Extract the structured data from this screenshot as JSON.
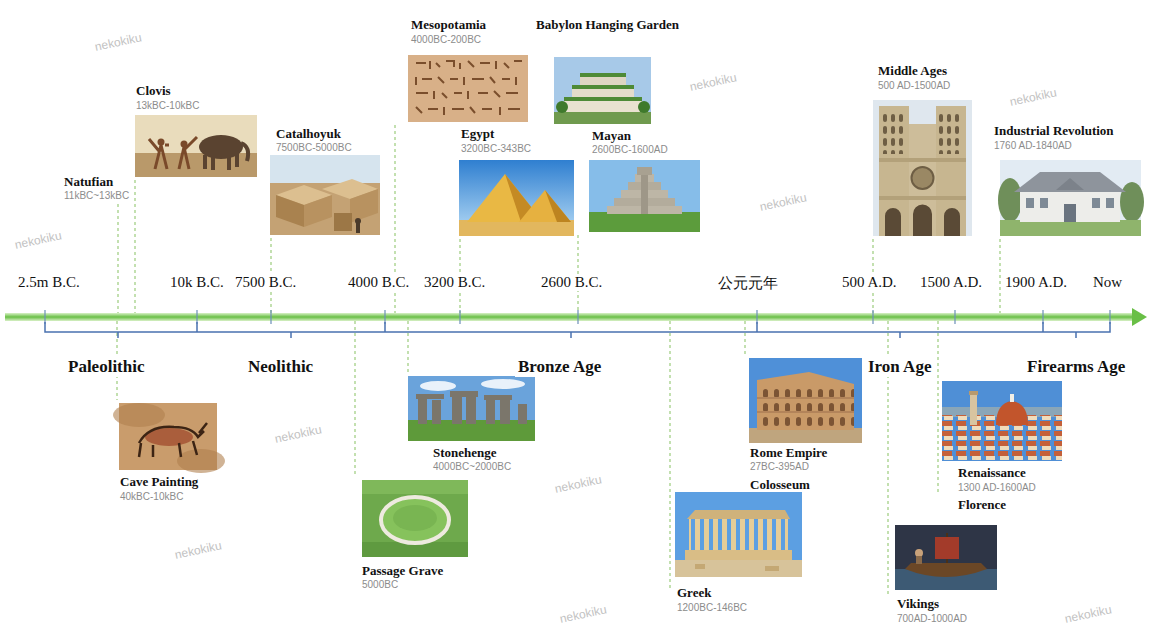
{
  "diagram": {
    "nodes": [
      {
        "text": [
          "Clovis",
          "13kBC-10kBC"
        ]
      },
      {
        "text": [
          "Catalhoyuk",
          "7500BC-5000BC"
        ]
      },
      {
        "text": [
          "Mesopotamia",
          "4000BC-200BC"
        ]
      },
      {
        "text": [
          "Babylon Hanging Garden"
        ]
      },
      {
        "text": [
          "Egypt",
          "3200BC-343BC"
        ]
      },
      {
        "text": [
          "Mayan",
          "2600BC-1600AD"
        ]
      },
      {
        "text": [
          "Middle Ages",
          "500 AD-1500AD"
        ]
      },
      {
        "text": [
          "Industrial Revolution",
          "1760 AD-1840AD"
        ]
      },
      {
        "text": [
          "Cave Painting",
          "40kBC-10kBC"
        ]
      },
      {
        "text": [
          "Passage Grave",
          "5000BC"
        ]
      },
      {
        "text": [
          "Stonehenge",
          "4000BC~2000BC"
        ]
      },
      {
        "text": [
          "Greek",
          "1200BC-146BC"
        ]
      },
      {
        "text": [
          "Rome Empire",
          "27BC-395AD",
          "Colosseum"
        ]
      },
      {
        "text": [
          "Vikings",
          "700AD-1000AD"
        ]
      },
      {
        "text": [
          "Renaissance",
          "1300 AD-1600AD",
          "Florence"
        ]
      }
    ],
    "labels": [
      "Natufian",
      "11kBC~13kBC",
      "2.5m B.C.",
      "10k B.C.",
      "7500 B.C.",
      "4000 B.C.",
      "3200 B.C.",
      "2600 B.C.",
      "公元元年",
      "500 A.D.",
      "1500 A.D.",
      "1900 A.D.",
      "Now",
      "Paleolithic",
      "Neolithic",
      "Bronze Age",
      "Iron Age",
      "Firearms Age",
      "nekokiku",
      "nekokiku",
      "nekokiku",
      "nekokiku",
      "nekokiku",
      "nekokiku",
      "nekokiku",
      "nekokiku",
      "nekokiku",
      "nekokiku"
    ]
  }
}
